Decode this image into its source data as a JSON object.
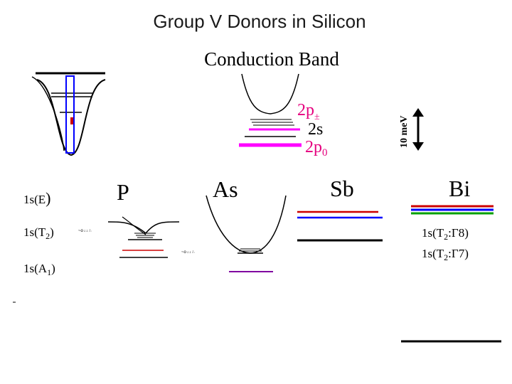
{
  "title": "Group V Donors in Silicon",
  "band_label": "Conduction Band",
  "excited_states": [
    {
      "label": "2p",
      "suffix": "±",
      "color": "#e5007e"
    },
    {
      "label": "2s",
      "color": "#000000"
    },
    {
      "label": "2p",
      "suffix": "0",
      "color": "#e5007e"
    }
  ],
  "scale_bar_label": "10 meV",
  "donors": [
    "P",
    "As",
    "Sb",
    "Bi"
  ],
  "ground_states_left": [
    {
      "main": "1s(E",
      "close": ")"
    },
    {
      "main": "1s(T",
      "sub": "2",
      "close": ")"
    },
    {
      "main": "1s(A",
      "sub": "1",
      "close": ")"
    }
  ],
  "bi_states": [
    {
      "main": "1s(T",
      "sub": "2",
      "rest": ":Γ8)"
    },
    {
      "main": "1s(T",
      "sub": "2",
      "rest": ":Γ7)"
    }
  ],
  "colors": {
    "magenta": "#ff00ff",
    "red": "#e5007e",
    "blue": "#0000ff",
    "green": "#00a000",
    "dark_red": "#cc0000"
  }
}
